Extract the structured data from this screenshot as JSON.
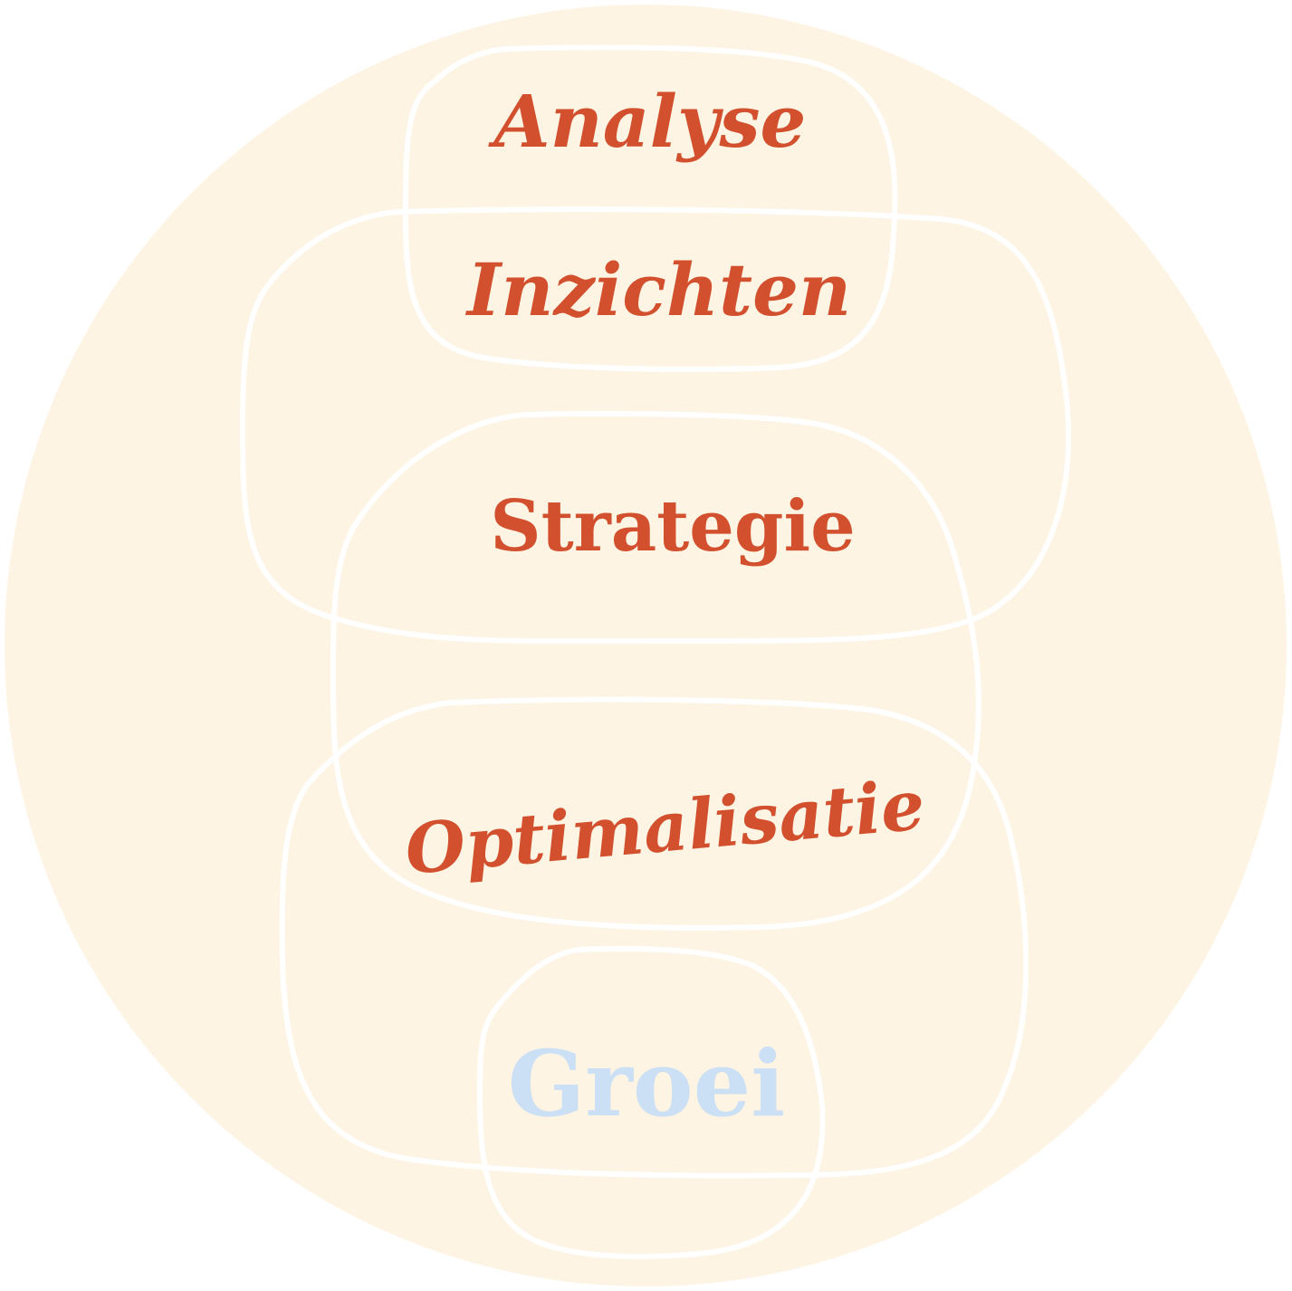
{
  "colors": {
    "background_circle": "#fdf4e3",
    "outline": "#ffffff",
    "label": "#d2502e",
    "label_highlight": "#cbdff5"
  },
  "labels": {
    "analyse": "Analyse",
    "inzichten": "Inzichten",
    "strategie": "Strategie",
    "optimalisatie": "Optimalisatie",
    "groei": "Groei"
  }
}
